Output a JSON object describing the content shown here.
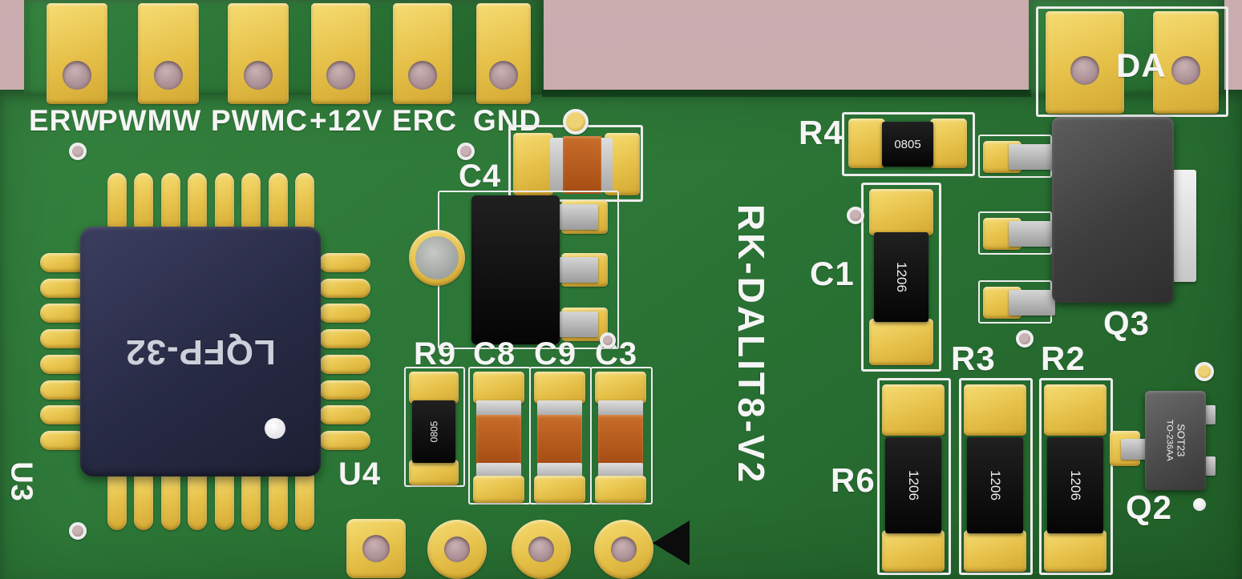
{
  "board": {
    "title_vertical": "RK-DALIT8-V2",
    "connector_labels": [
      "ERW",
      "PWMW",
      "PWMC",
      "+12V",
      "ERC",
      "GND"
    ],
    "top_right_label": "DA"
  },
  "components": {
    "u3": {
      "ref": "U3",
      "package": "LQFP-32"
    },
    "u4": {
      "ref": "U4"
    },
    "c4": {
      "ref": "C4"
    },
    "r9": {
      "ref": "R9",
      "marking": "0805"
    },
    "c8": {
      "ref": "C8"
    },
    "c9": {
      "ref": "C9"
    },
    "c3": {
      "ref": "C3"
    },
    "r4": {
      "ref": "R4",
      "marking": "0805"
    },
    "c1": {
      "ref": "C1",
      "marking": "1206"
    },
    "r6": {
      "ref": "R6",
      "marking": "1206"
    },
    "r3": {
      "ref": "R3",
      "marking": "1206"
    },
    "r2": {
      "ref": "R2",
      "marking": "1206"
    },
    "q3": {
      "ref": "Q3"
    },
    "q2": {
      "ref": "Q2",
      "marking_line1": "SOT23",
      "marking_line2": "TO-236AA"
    }
  },
  "colors": {
    "background_pink": "#c7a9ac",
    "board_green": "#2b7536",
    "pad_gold": "#e5c048",
    "silkscreen_white": "#f5f5f5",
    "component_black": "#0d0d0d",
    "capacitor_orange": "#b45a1d",
    "mosfet_gray": "#4b4b4b",
    "chip_navy": "#2c2e4a"
  }
}
